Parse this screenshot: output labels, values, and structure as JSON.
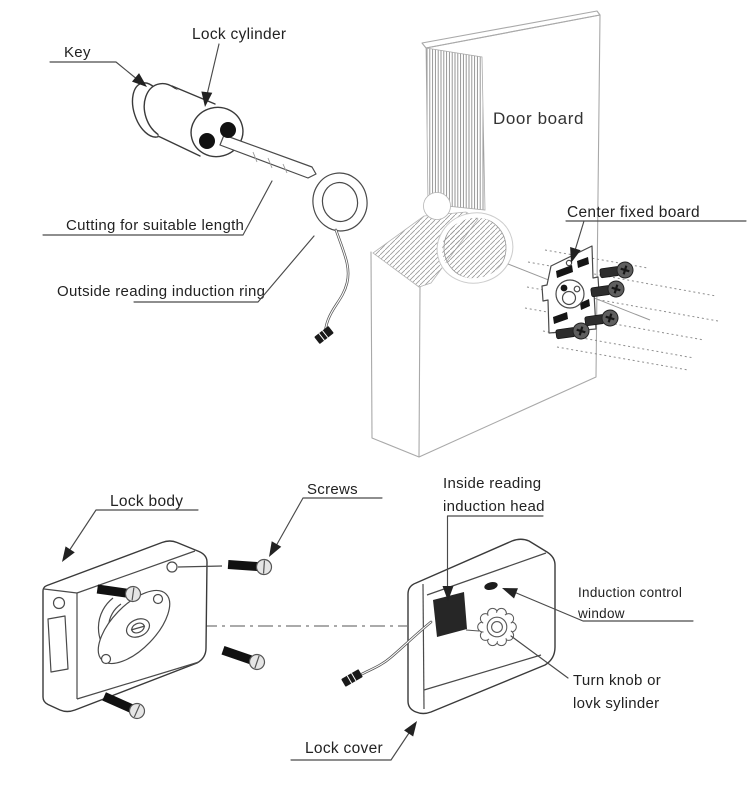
{
  "labels": {
    "key": "Key",
    "lock_cylinder": "Lock cylinder",
    "cutting_length": "Cutting for suitable length",
    "outside_ring": "Outside reading induction ring",
    "door_board": "Door board",
    "center_fixed_board": "Center fixed board",
    "lock_body": "Lock body",
    "screws": "Screws",
    "inside_head_line1": "Inside reading",
    "inside_head_line2": "induction head",
    "induction_window_line1": "Induction control",
    "induction_window_line2": "window",
    "turn_knob_line1": "Turn knob or",
    "turn_knob_line2": "lovk sylinder",
    "lock_cover": "Lock cover"
  },
  "colors": {
    "outline": "#3a3a3a",
    "light_outline": "#a9a9a9",
    "leader_line": "#4a4a4a",
    "text": "#222222",
    "dark_fill": "#262626",
    "screw_head_dark": "#5f5f5f",
    "screw_head_light": "#e6e6e6",
    "hatch": "#9b9b9b",
    "background": "#ffffff"
  }
}
